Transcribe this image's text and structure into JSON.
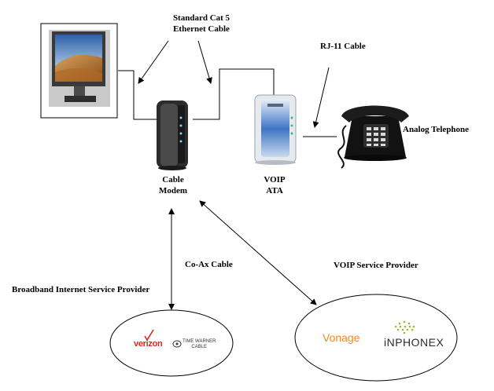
{
  "labels": {
    "ethernet_line1": "Standard Cat 5",
    "ethernet_line2": "Ethernet Cable",
    "rj11": "RJ-11 Cable",
    "analog_phone": "Analog Telephone",
    "modem_line1": "Cable",
    "modem_line2": "Modem",
    "ata_line1": "VOIP",
    "ata_line2": "ATA",
    "coax": "Co-Ax Cable",
    "voip_provider": "VOIP Service Provider",
    "isp": "Broadband Internet Service Provider"
  },
  "brands": {
    "verizon": "verizon",
    "time_warner_line1": "TIME WARNER",
    "time_warner_line2": "CABLE",
    "vonage": "Vonage",
    "inphonex": "iNPHONEX"
  },
  "colors": {
    "verizon_red": "#d52b1e",
    "vonage_orange": "#f08a1c",
    "inphonex_dark": "#2b2b2b",
    "inphonex_green": "#9bb83a",
    "line": "#000000"
  }
}
